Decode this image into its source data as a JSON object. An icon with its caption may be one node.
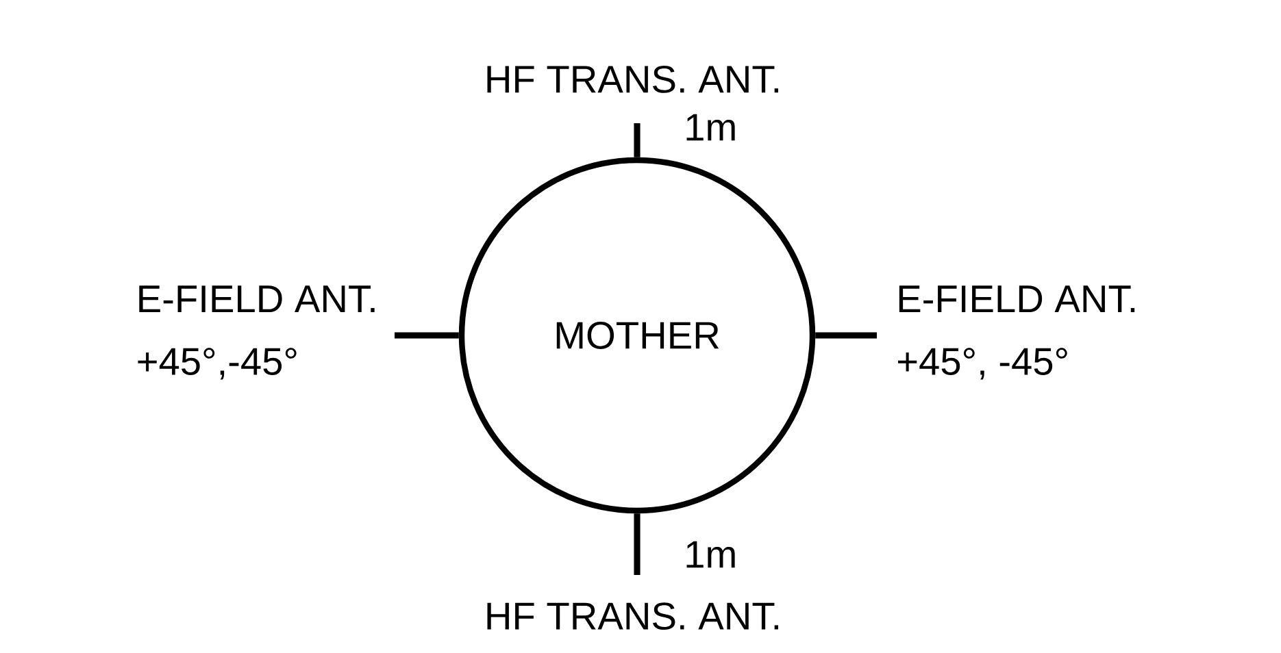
{
  "diagram": {
    "nodes": [
      {
        "text": [
          "MOTHER"
        ]
      },
      {
        "text": [
          "HF TRANS. ANT."
        ]
      },
      {
        "text": [
          "E-FIELD ANT.",
          "+45°,-45°"
        ]
      },
      {
        "text": [
          "E-FIELD ANT.",
          "+45°, -45°"
        ]
      },
      {
        "text": [
          "HF TRANS. ANT."
        ]
      }
    ],
    "edges": [
      {
        "from": 0,
        "to": 1,
        "arrow": "none"
      },
      {
        "from": 0,
        "to": 2,
        "arrow": "none"
      },
      {
        "from": 0,
        "to": 3,
        "arrow": "none"
      },
      {
        "from": 0,
        "to": 4,
        "arrow": "none"
      }
    ],
    "labels": [
      "1m",
      "1m"
    ]
  }
}
